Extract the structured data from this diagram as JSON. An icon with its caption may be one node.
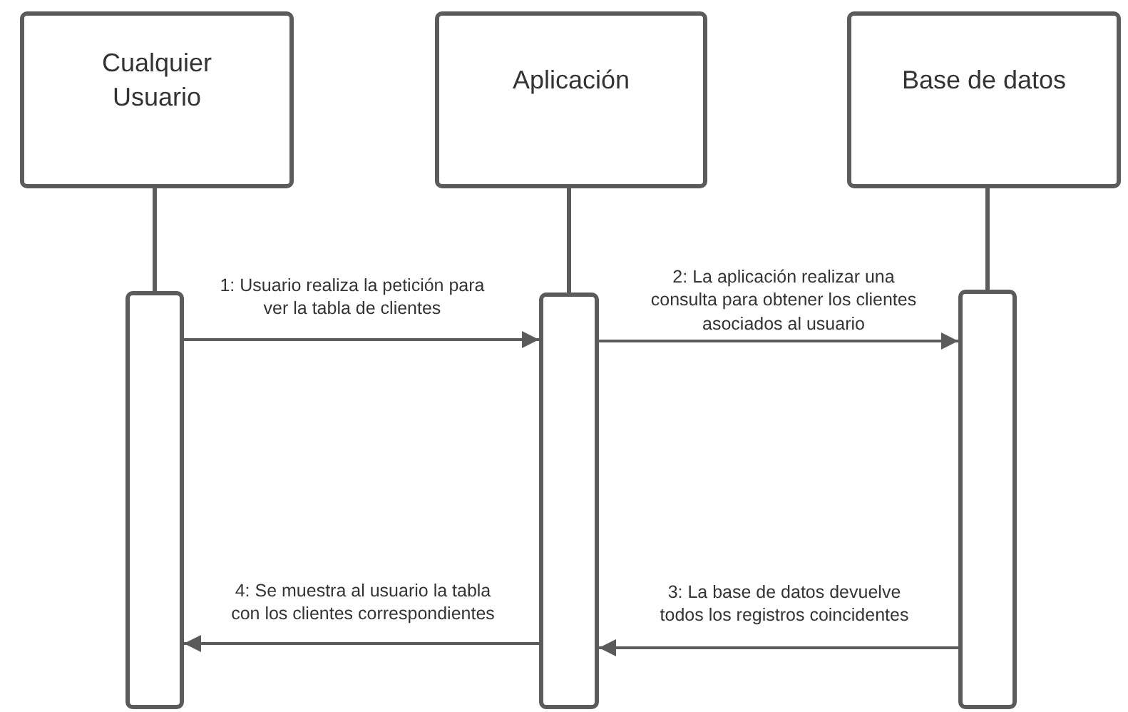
{
  "diagram": {
    "nodes": [
      {
        "text": [
          "Cualquier Usuario"
        ]
      },
      {
        "text": [
          "Aplicación"
        ]
      },
      {
        "text": [
          "Base de datos"
        ]
      },
      {
        "text": [],
        "shape": "bar"
      },
      {
        "text": [],
        "shape": "bar"
      },
      {
        "text": [],
        "shape": "bar"
      }
    ],
    "edges": [
      {
        "from": 0,
        "to": 3,
        "arrow": "none"
      },
      {
        "from": 1,
        "to": 4,
        "arrow": "none"
      },
      {
        "from": 2,
        "to": 5,
        "arrow": "none"
      },
      {
        "from": 3,
        "to": 4,
        "arrow": "to",
        "label": "1: Usuario realiza la petición para ver la tabla de clientes"
      },
      {
        "from": 4,
        "to": 5,
        "arrow": "to",
        "label": "2: La aplicación realizar una consulta para obtener los clientes asociados al usuario"
      },
      {
        "from": 5,
        "to": 4,
        "arrow": "to",
        "label": "3: La base de datos devuelve todos los registros coincidentes"
      },
      {
        "from": 4,
        "to": 3,
        "arrow": "to",
        "label": "4: Se muestra al usuario la tabla con los clientes correspondientes"
      }
    ]
  }
}
